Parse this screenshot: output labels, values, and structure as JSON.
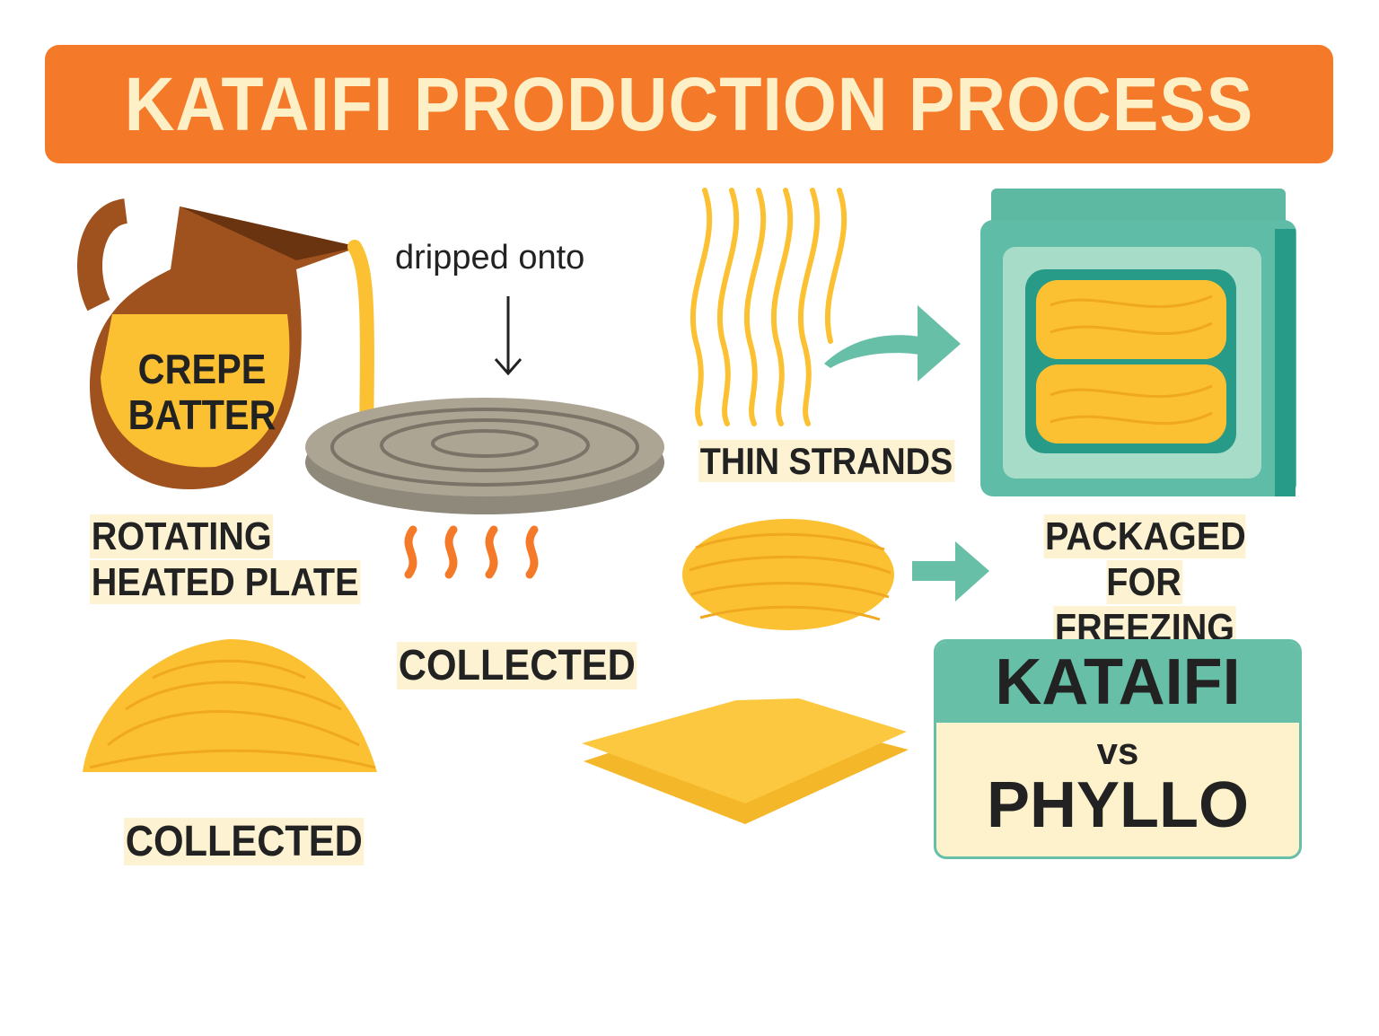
{
  "title": "KATAIFI PRODUCTION PROCESS",
  "pitcher_label": [
    "CREPE",
    "BATTER"
  ],
  "drip_label": "dripped onto",
  "plate_label": [
    "ROTATING",
    "HEATED PLATE"
  ],
  "strands_label": "THIN STRANDS",
  "package_label": [
    "PACKAGED FOR",
    "FREEZING"
  ],
  "collected_label_1": "COLLECTED",
  "collected_label_2": "COLLECTED",
  "comparison": {
    "top": "KATAIFI",
    "vs": "vs",
    "bottom": "PHYLLO"
  },
  "colors": {
    "orange": "#F47A2A",
    "teal": "#66BFA6",
    "yellow": "#FBC132",
    "brown": "#A0521E",
    "cream": "#FDF2CC"
  }
}
